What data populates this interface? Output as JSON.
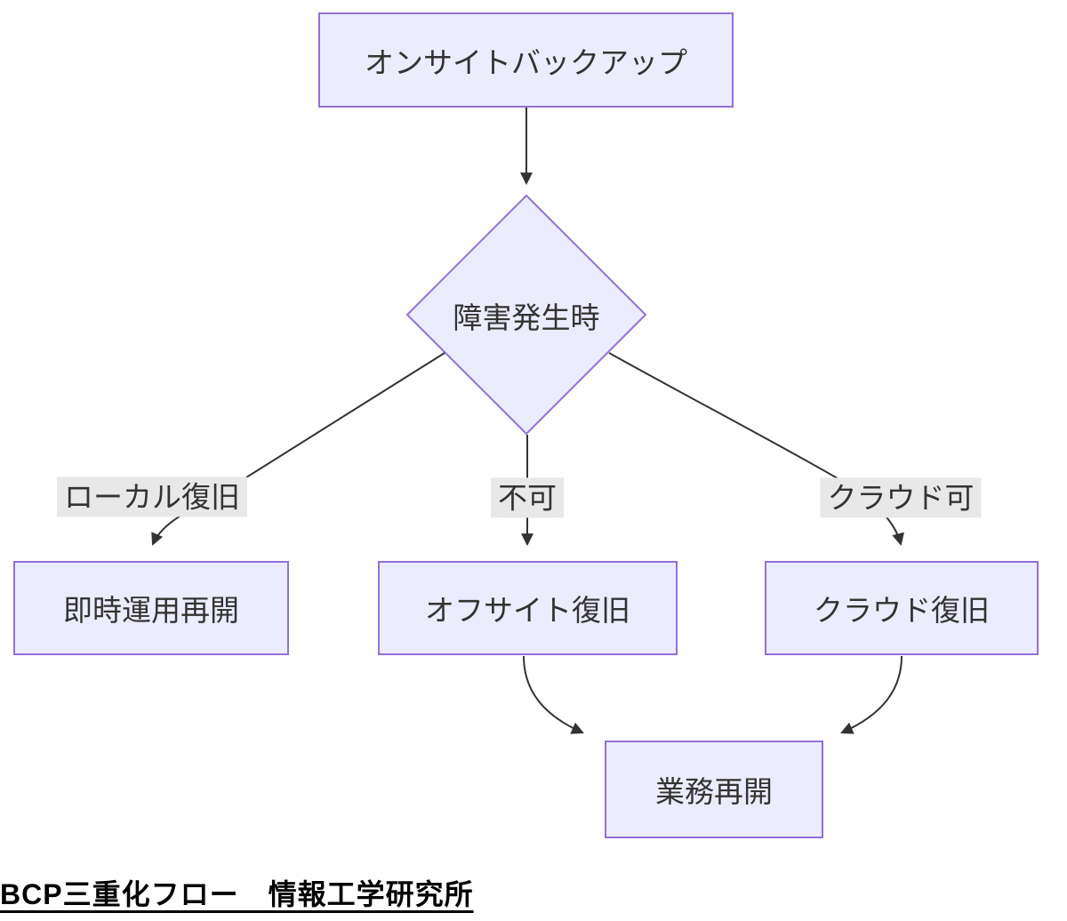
{
  "title": "BCP三重化フロー　情報工学研究所",
  "diagram": {
    "type": "flowchart",
    "direction": "top-down",
    "nodes": {
      "onsite": {
        "label": "オンサイトバックアップ",
        "shape": "rect"
      },
      "decision": {
        "label": "障害発生時",
        "shape": "diamond"
      },
      "immediate": {
        "label": "即時運用再開",
        "shape": "rect"
      },
      "offsite": {
        "label": "オフサイト復旧",
        "shape": "rect"
      },
      "cloud": {
        "label": "クラウド復旧",
        "shape": "rect"
      },
      "resume": {
        "label": "業務再開",
        "shape": "rect"
      }
    },
    "edges": [
      {
        "from": "オンサイトバックアップ",
        "to": "障害発生時",
        "label": ""
      },
      {
        "from": "障害発生時",
        "to": "即時運用再開",
        "label": "ローカル復旧"
      },
      {
        "from": "障害発生時",
        "to": "オフサイト復旧",
        "label": "不可"
      },
      {
        "from": "障害発生時",
        "to": "クラウド復旧",
        "label": "クラウド可"
      },
      {
        "from": "オフサイト復旧",
        "to": "業務再開",
        "label": ""
      },
      {
        "from": "クラウド復旧",
        "to": "業務再開",
        "label": ""
      }
    ],
    "colors": {
      "node_fill": "#ECECFF",
      "node_border": "#9370DB",
      "edge_line": "#333333",
      "edge_label_bg": "#e8e8e8",
      "node_text": "#333333",
      "caption_text": "#000000"
    }
  }
}
